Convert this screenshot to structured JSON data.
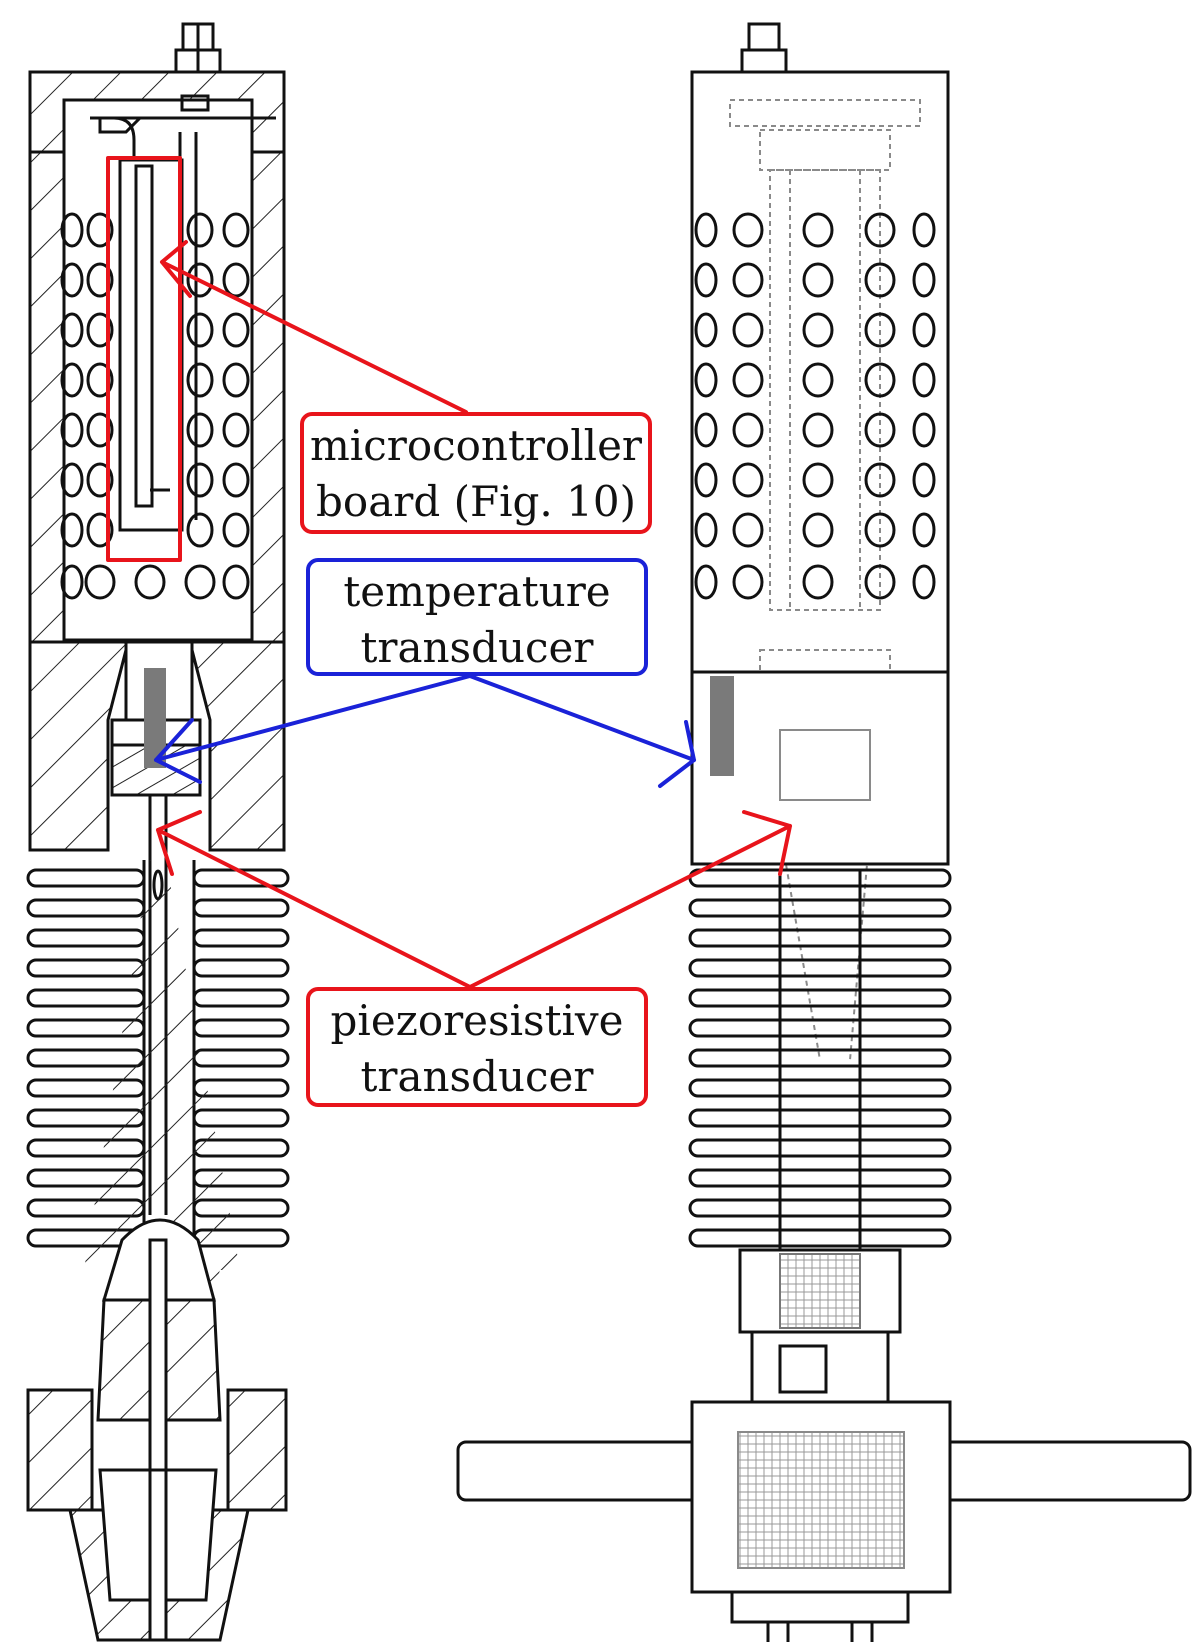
{
  "labels": {
    "microcontroller": {
      "line1": "microcontroller",
      "line2": "board (Fig. 10)"
    },
    "temperature": {
      "line1": "temperature",
      "line2": "transducer"
    },
    "piezoresistive": {
      "line1": "piezoresistive",
      "line2": "transducer"
    }
  },
  "colors": {
    "red_callout": "#e8141b",
    "blue_callout": "#1a22d8",
    "drawing_line": "#111111",
    "ghost_line": "#8a8a8a",
    "sensor_gray": "#7a7a7a"
  }
}
